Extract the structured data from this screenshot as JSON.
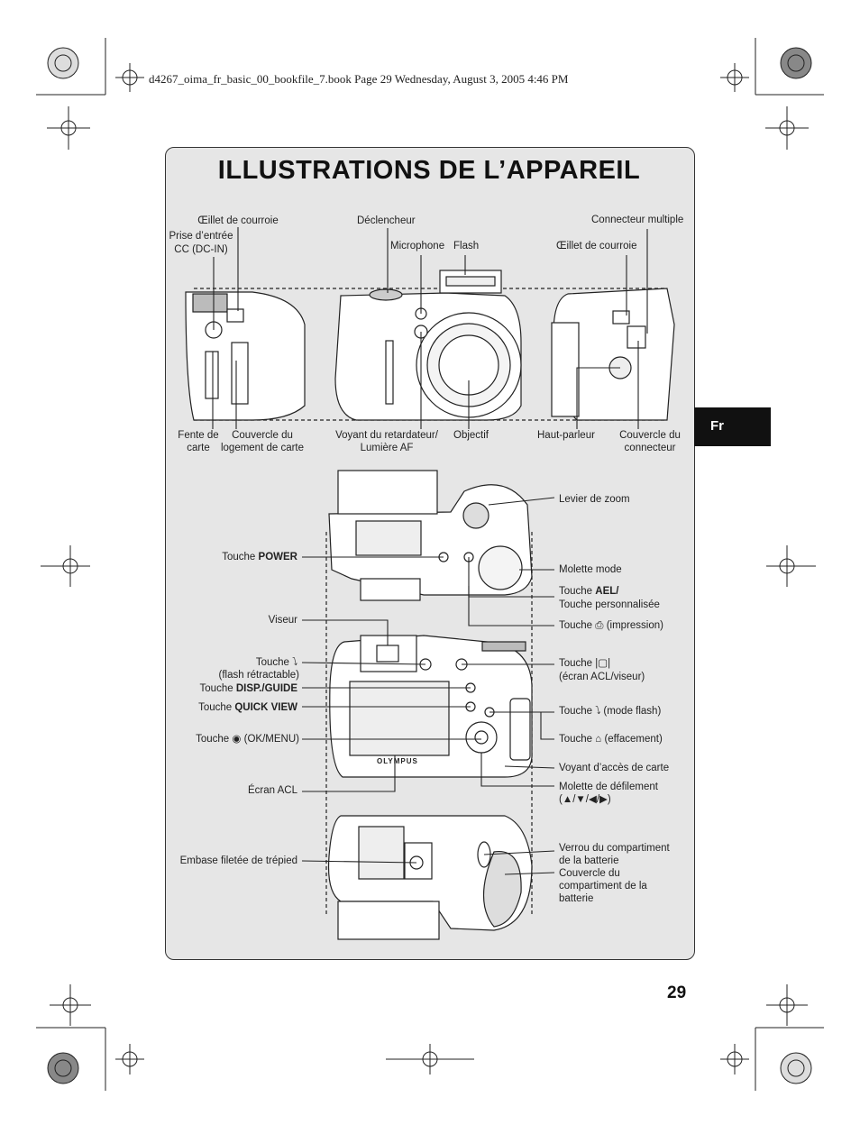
{
  "header": {
    "file_line": "d4267_oima_fr_basic_00_bookfile_7.book  Page 29  Wednesday, August 3, 2005  4:46 PM"
  },
  "title": "ILLUSTRATIONS DE L’APPAREIL",
  "side_tab": "Fr",
  "page_number": "29",
  "brand_mark": "OLYMPUS",
  "labels": {
    "oeillet_left": "Œillet de courroie",
    "prise_line1": "Prise d’entrée",
    "prise_line2": "CC (DC-IN)",
    "declencheur": "Déclencheur",
    "microphone": "Microphone",
    "flash": "Flash",
    "connecteur_multiple": "Connecteur multiple",
    "oeillet_right": "Œillet de courroie",
    "fente_line1": "Fente de",
    "fente_line2": "carte",
    "couvercle_logement_line1": "Couvercle du",
    "couvercle_logement_line2": "logement de carte",
    "voyant_retard_line1": "Voyant du retardateur/",
    "voyant_retard_line2": "Lumière AF",
    "objectif": "Objectif",
    "haut_parleur": "Haut-parleur",
    "couvercle_connecteur_line1": "Couvercle du",
    "couvercle_connecteur_line2": "connecteur",
    "levier_zoom": "Levier de zoom",
    "touche_prefix": "Touche",
    "power": "POWER",
    "molette_mode": "Molette mode",
    "ael": "AEL/",
    "touche_perso": "Touche personnalisée",
    "impression": "(impression)",
    "viseur": "Viseur",
    "flash_retractable": "(flash rétractable)",
    "ecran_viseur_key": "(écran ACL/viseur)",
    "disp_guide": "DISP./GUIDE",
    "quick_view": "QUICK VIEW",
    "mode_flash": "(mode flash)",
    "ok_menu": "(OK/MENU)",
    "effacement": "(effacement)",
    "voyant_acces": "Voyant d’accès de carte",
    "ecran_acl": "Écran ACL",
    "molette_defil_line1": "Molette de défilement",
    "molette_defil_line2": "(▲/▼/◀/▶)",
    "embase": "Embase filetée de trépied",
    "verrou_line1": "Verrou du compartiment",
    "verrou_line2": "de la batterie",
    "couv_batt_line1": "Couvercle du",
    "couv_batt_line2": "compartiment de la",
    "couv_batt_line3": "batterie"
  }
}
